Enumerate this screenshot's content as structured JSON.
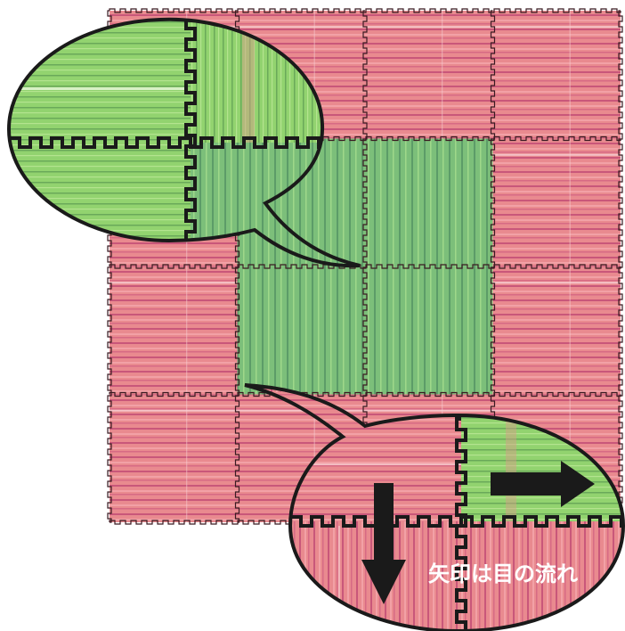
{
  "diagram": {
    "caption": "矢印は目の流れ",
    "grid": {
      "rows": 4,
      "cols": 4
    },
    "green_tiles": [
      [
        1,
        1
      ],
      [
        1,
        2
      ],
      [
        2,
        1
      ],
      [
        2,
        2
      ]
    ],
    "colors": {
      "pink_base": "#e97f86",
      "pink_stripe": "#c95a78",
      "pink_light": "#f4a9b0",
      "green_base": "#8fcf6f",
      "green_stripe": "#5e9f6a",
      "green_tile_base": "#78b87a",
      "outline": "#1a1a1a"
    },
    "arrows": [
      {
        "name": "arrow-right-icon",
        "direction": "right"
      },
      {
        "name": "arrow-down-icon",
        "direction": "down"
      }
    ]
  }
}
